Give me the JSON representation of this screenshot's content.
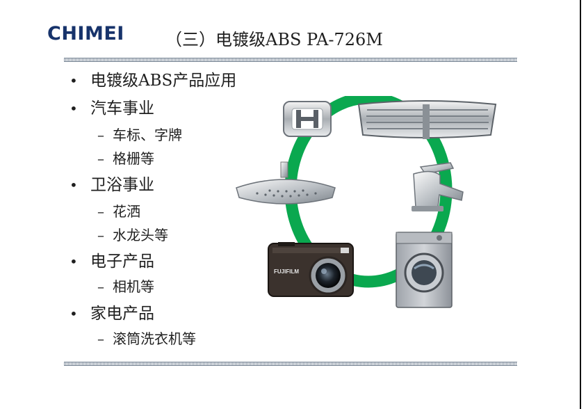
{
  "header": {
    "logo_text": "CHIMEI",
    "title": "（三）电镀级ABS PA-726M"
  },
  "bullets": [
    {
      "level": 1,
      "marker": "•",
      "text": "电镀级ABS产品应用"
    },
    {
      "level": 1,
      "marker": "•",
      "text": "汽车事业"
    },
    {
      "level": 2,
      "marker": "–",
      "text": "车标、字牌"
    },
    {
      "level": 2,
      "marker": "–",
      "text": "格栅等"
    },
    {
      "level": 1,
      "marker": "•",
      "text": "卫浴事业"
    },
    {
      "level": 2,
      "marker": "–",
      "text": "花洒"
    },
    {
      "level": 2,
      "marker": "–",
      "text": "水龙头等"
    },
    {
      "level": 1,
      "marker": "•",
      "text": "电子产品"
    },
    {
      "level": 2,
      "marker": "–",
      "text": "相机等"
    },
    {
      "level": 1,
      "marker": "•",
      "text": "家电产品"
    },
    {
      "level": 2,
      "marker": "–",
      "text": "滚筒洗衣机等"
    }
  ],
  "images": [
    {
      "icon": "car-emblem-icon"
    },
    {
      "icon": "car-grille-icon"
    },
    {
      "icon": "shower-head-icon"
    },
    {
      "icon": "faucet-icon"
    },
    {
      "icon": "camera-icon"
    },
    {
      "icon": "washing-machine-icon"
    }
  ],
  "camera": {
    "brand": "FUJIFILM"
  },
  "colors": {
    "logo": "#17336b",
    "cycle_ring": "#0aa84f",
    "text": "#1f1f1f"
  }
}
